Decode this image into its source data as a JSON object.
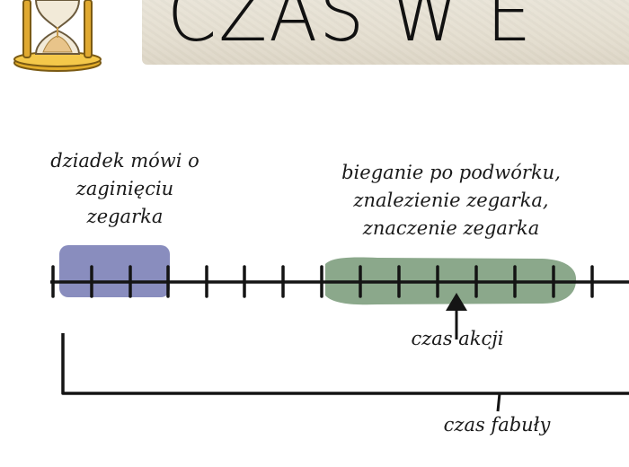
{
  "title": "CZAS W E",
  "labels": {
    "grandpa": [
      "dziadek mówi o",
      "zaginięciu",
      "zegarka"
    ],
    "action": [
      "bieganie po podwórku,",
      "znalezienie zegarka,",
      "znaczenie zegarka"
    ],
    "czas_akcji": "czas akcji",
    "czas_fabuly": "czas fabuły"
  },
  "colors": {
    "title_band": "#e6e0d3",
    "blue_highlight": "#7f83b8",
    "green_highlight": "#7e9f7e",
    "ink": "#141414",
    "gold": "#d7a526"
  },
  "icons": {
    "title_icon": "hourglass-icon"
  }
}
